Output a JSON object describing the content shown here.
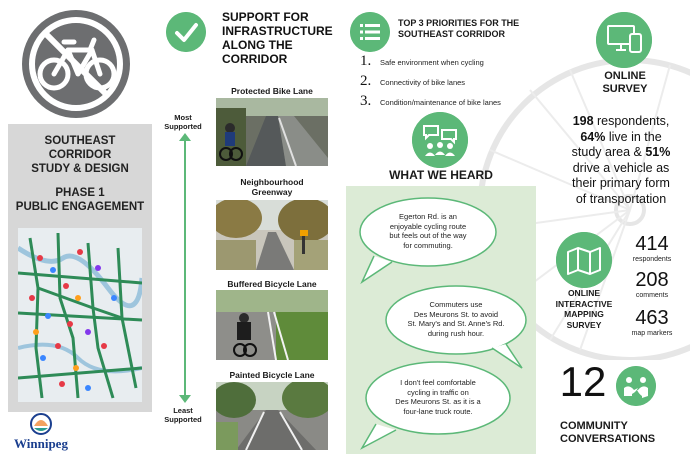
{
  "left": {
    "title_line1": "SOUTHEAST",
    "title_line2": "CORRIDOR",
    "title_line3": "STUDY & DESIGN",
    "phase_line1": "PHASE 1",
    "phase_line2": "PUBLIC ENGAGEMENT",
    "logo_text": "Winnipeg"
  },
  "support": {
    "title_line1": "SUPPORT FOR",
    "title_line2": "INFRASTRUCTURE",
    "title_line3": "ALONG THE",
    "title_line4": "CORRIDOR",
    "most_line1": "Most",
    "most_line2": "Supported",
    "least_line1": "Least",
    "least_line2": "Supported",
    "options": [
      {
        "label_line1": "Protected Bike Lane",
        "label_line2": ""
      },
      {
        "label_line1": "Neighbourhood",
        "label_line2": "Greenway"
      },
      {
        "label_line1": "Buffered Bicycle Lane",
        "label_line2": ""
      },
      {
        "label_line1": "Painted Bicycle Lane",
        "label_line2": ""
      }
    ]
  },
  "priorities": {
    "title_line1": "TOP 3 PRIORITIES FOR THE",
    "title_line2": "SOUTHEAST CORRIDOR",
    "items": [
      {
        "num": "1.",
        "text": "Safe environment when cycling"
      },
      {
        "num": "2.",
        "text": "Connectivity of bike lanes"
      },
      {
        "num": "3.",
        "text": "Condition/maintenance of bike lanes"
      }
    ]
  },
  "heard": {
    "title": "WHAT WE HEARD",
    "quotes": [
      {
        "l1": "Egerton Rd. is an",
        "l2": "enjoyable cycling route",
        "l3": "but feels out of the way",
        "l4": "for commuting."
      },
      {
        "l1": "Commuters use",
        "l2": "Des Meurons St. to avoid",
        "l3": "St. Mary's and St. Anne's Rd.",
        "l4": "during rush hour."
      },
      {
        "l1": "I don't feel comfortable",
        "l2": "cycling in traffic on",
        "l3": "Des Meurons St. as it is a",
        "l4": "four-lane truck route."
      }
    ]
  },
  "survey": {
    "title_line1": "ONLINE",
    "title_line2": "SURVEY",
    "stat_line1_bold": "198",
    "stat_line1_rest": " respondents,",
    "stat_line2_bold": "64%",
    "stat_line2_rest": " live in the",
    "stat_line3_pre": "study area & ",
    "stat_line3_bold": "51%",
    "stat_line4": "drive a vehicle as",
    "stat_line5": "their primary form",
    "stat_line6": "of transportation"
  },
  "mapping": {
    "title_line1": "ONLINE",
    "title_line2": "INTERACTIVE",
    "title_line3": "MAPPING",
    "title_line4": "SURVEY",
    "stats": [
      {
        "value": "414",
        "label": "respondents"
      },
      {
        "value": "208",
        "label": "comments"
      },
      {
        "value": "463",
        "label": "map markers"
      }
    ]
  },
  "conversations": {
    "value": "12",
    "title_line1": "COMMUNITY",
    "title_line2": "CONVERSATIONS"
  },
  "colors": {
    "accent_green": "#5cb878",
    "panel_grey": "#d7d7d7",
    "heard_panel": "#dcebd6",
    "icon_grey": "#6d6e70"
  }
}
